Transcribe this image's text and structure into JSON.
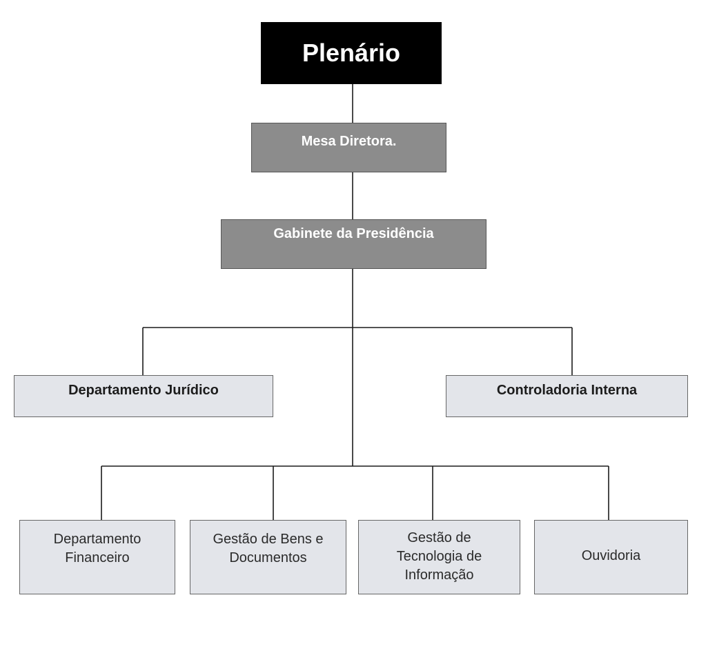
{
  "diagram": {
    "root": {
      "label": "Plenário"
    },
    "level2": {
      "label": "Mesa Diretora."
    },
    "level3": {
      "label": "Gabinete da Presidência"
    },
    "advisory": [
      {
        "label": "Departamento Jurídico"
      },
      {
        "label": "Controladoria Interna"
      }
    ],
    "departments": [
      {
        "label": "Departamento\nFinanceiro"
      },
      {
        "label": "Gestão de Bens e\nDocumentos"
      },
      {
        "label": "Gestão de\nTecnologia de\nInformação"
      },
      {
        "label": "Ouvidoria"
      }
    ],
    "colors": {
      "root_fill": "#000000",
      "executive_fill": "#8c8c8c",
      "unit_fill": "#e3e5ea",
      "line": "#1a1a1a"
    }
  }
}
